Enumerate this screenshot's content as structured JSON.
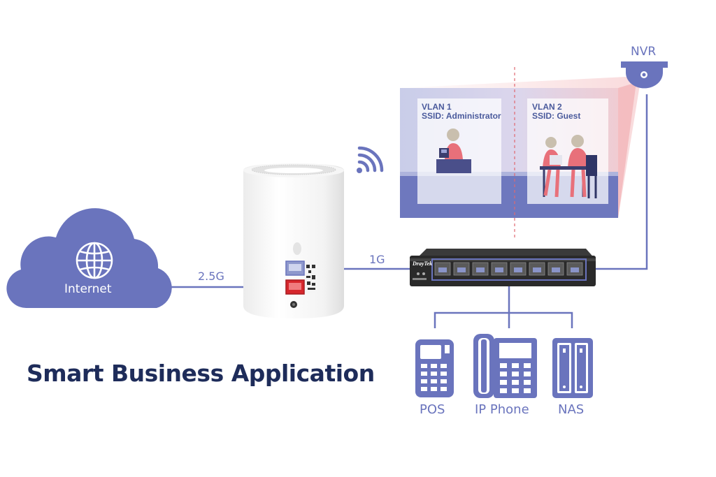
{
  "title": "Smart Business Application",
  "cloud": {
    "label": "Internet",
    "icon": "globe-icon"
  },
  "links": {
    "wan_speed": "2.5G",
    "lan_speed": "1G"
  },
  "nvr": {
    "label": "NVR",
    "icon": "camera-icon"
  },
  "vlans": [
    {
      "vlan": "VLAN 1",
      "ssid": "SSID: Administrator"
    },
    {
      "vlan": "VLAN 2",
      "ssid": "SSID: Guest"
    }
  ],
  "switch": {
    "brand": "DrayTek"
  },
  "devices": [
    {
      "label": "POS",
      "icon": "pos-terminal-icon"
    },
    {
      "label": "IP Phone",
      "icon": "ip-phone-icon"
    },
    {
      "label": "NAS",
      "icon": "nas-icon"
    }
  ],
  "colors": {
    "accent": "#6a74bd",
    "title": "#1e2c5a",
    "port_red": "#d6262c"
  }
}
